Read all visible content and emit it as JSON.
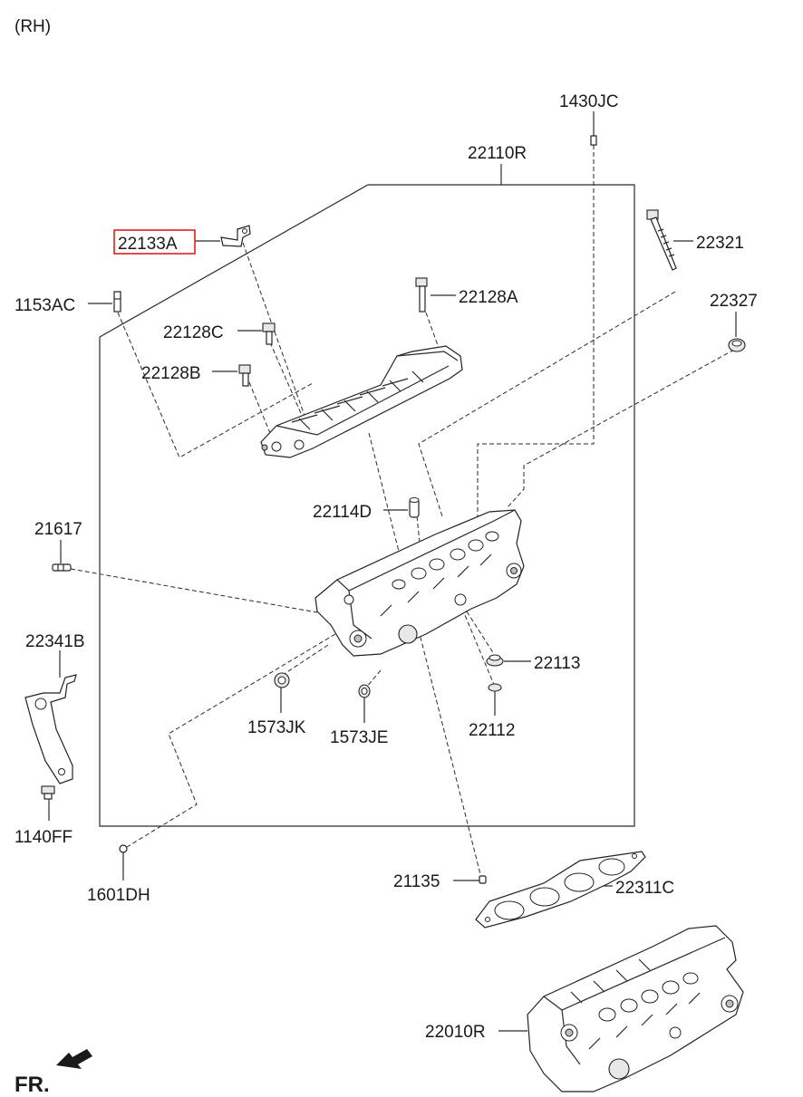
{
  "side_label": "(RH)",
  "direction_label": "FR.",
  "highlight_color": "#e02020",
  "parts": {
    "p_1430JC": "1430JC",
    "p_22110R": "22110R",
    "p_22133A": "22133A",
    "p_22321": "22321",
    "p_1153AC": "1153AC",
    "p_22128A": "22128A",
    "p_22327": "22327",
    "p_22128C": "22128C",
    "p_22128B": "22128B",
    "p_22114D": "22114D",
    "p_21617": "21617",
    "p_22341B": "22341B",
    "p_22113": "22113",
    "p_1573JK": "1573JK",
    "p_1573JE": "1573JE",
    "p_22112": "22112",
    "p_1140FF": "1140FF",
    "p_21135": "21135",
    "p_22311C": "22311C",
    "p_1601DH": "1601DH",
    "p_22010R": "22010R"
  }
}
